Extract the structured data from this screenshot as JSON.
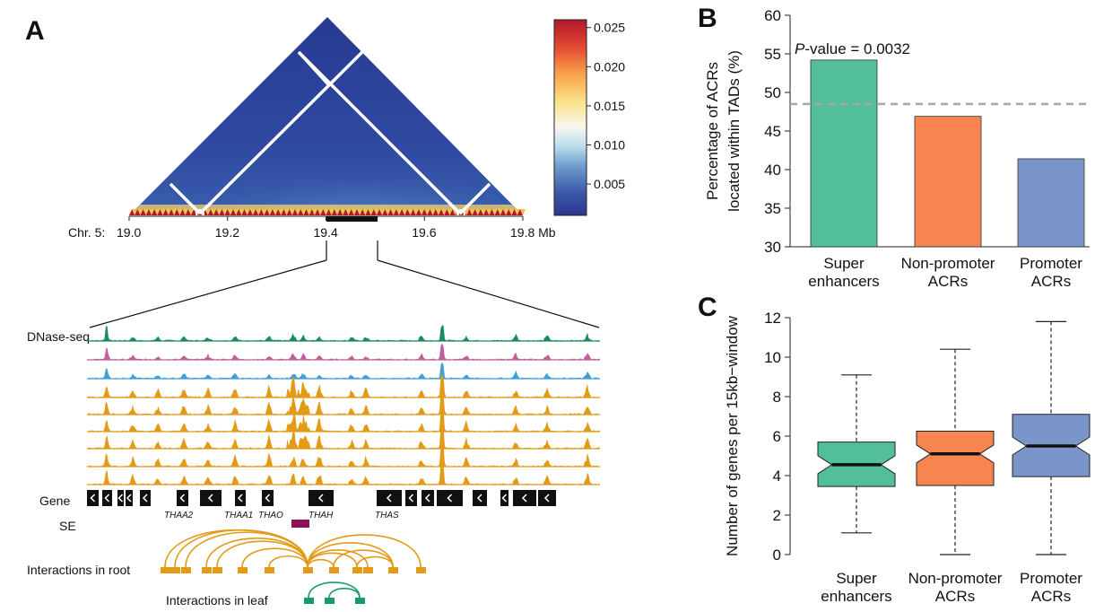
{
  "panels": {
    "A": {
      "label": "A"
    },
    "B": {
      "label": "B"
    },
    "C": {
      "label": "C"
    }
  },
  "heatmap": {
    "colorbar_ticks": [
      "0.025",
      "0.020",
      "0.015",
      "0.010",
      "0.005"
    ],
    "colorbar_values": [
      0.025,
      0.02,
      0.015,
      0.01,
      0.005
    ],
    "colorbar_range": [
      0.001,
      0.026
    ],
    "colors": {
      "low": "#2b3a93",
      "mid": "#f7f2d6",
      "high": "#b2182b"
    },
    "chr_label": "Chr. 5:",
    "axis_ticks": [
      "19.0",
      "19.2",
      "19.4",
      "19.6",
      "19.8 Mb"
    ],
    "axis_values_mb": [
      19.0,
      19.2,
      19.4,
      19.6,
      19.8
    ],
    "zoom_region_mb": [
      19.4,
      19.5
    ]
  },
  "tracks": {
    "dnase_label": "DNase-seq",
    "gene_label": "Gene",
    "se_label": "SE",
    "gene_names": [
      "THAA2",
      "THAA1",
      "THAO",
      "THAH",
      "THAS"
    ],
    "track_colors": [
      "#1a8a64",
      "#c0609a",
      "#3f9fd6",
      "#e39a17",
      "#e39a17",
      "#e39a17",
      "#e39a17",
      "#e39a17",
      "#e39a17"
    ],
    "se_color": "#8b1459",
    "root_color": "#e39a17",
    "leaf_color": "#1a9a6a",
    "interactions_root_label": "Interactions in root",
    "interactions_leaf_label": "Interactions in leaf"
  },
  "chart_data": [
    {
      "type": "bar",
      "panel": "B",
      "categories": [
        "Super\nenhancers",
        "Non-promoter\nACRs",
        "Promoter\nACRs"
      ],
      "values": [
        54.2,
        46.9,
        41.4
      ],
      "colors": [
        "#52bf99",
        "#f8844f",
        "#7b95cb"
      ],
      "ylabel": "Percentage of ACRs\nlocated within TADs (%)",
      "ylim": [
        30,
        60
      ],
      "yticks": [
        30,
        35,
        40,
        45,
        50,
        55,
        60
      ],
      "reference_line": 48.5,
      "annotation_p": "P",
      "annotation_rest": "-value = 0.0032"
    },
    {
      "type": "box",
      "panel": "C",
      "categories": [
        "Super\nenhancers",
        "Non-promoter\nACRs",
        "Promoter\nACRs"
      ],
      "colors": [
        "#52bf99",
        "#f8844f",
        "#7b95cb"
      ],
      "ylabel": "Number of genes per 15kb−window",
      "ylim": [
        0,
        12
      ],
      "yticks": [
        0,
        2,
        4,
        6,
        8,
        10,
        12
      ],
      "boxes": [
        {
          "min": 1.1,
          "q1": 3.45,
          "median": 4.55,
          "q3": 5.7,
          "max": 9.1
        },
        {
          "min": 0,
          "q1": 3.5,
          "median": 5.1,
          "q3": 6.25,
          "max": 10.4
        },
        {
          "min": 0,
          "q1": 3.95,
          "median": 5.5,
          "q3": 7.1,
          "max": 11.8
        }
      ]
    }
  ]
}
